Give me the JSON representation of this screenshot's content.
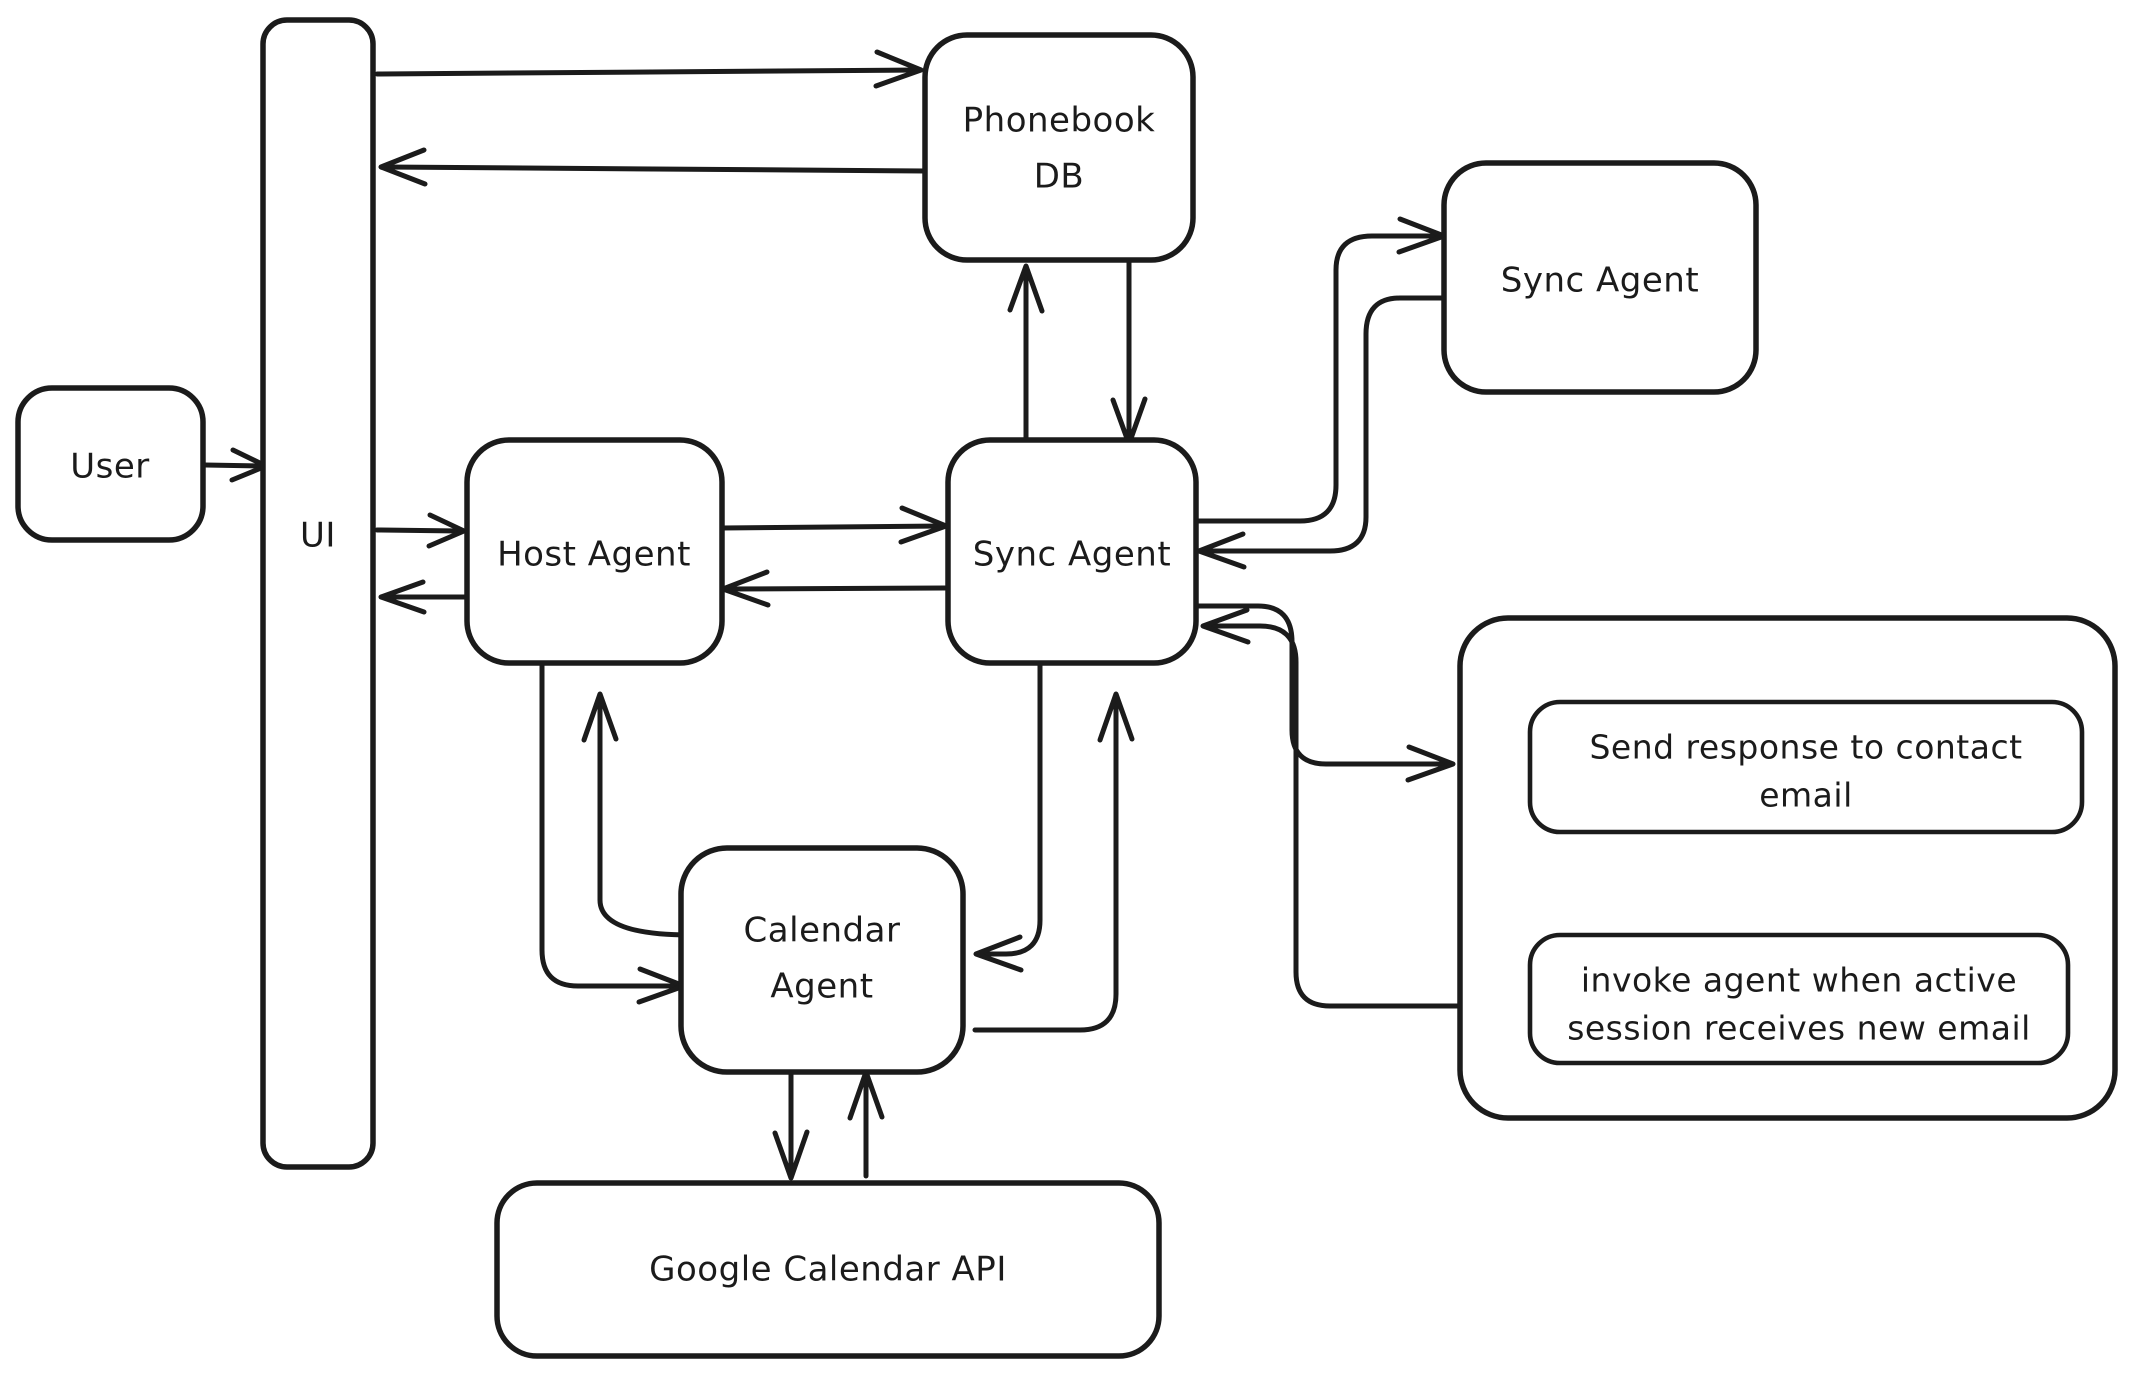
{
  "diagram": {
    "title": "Agent architecture flow diagram",
    "style": "hand-drawn whiteboard sketch",
    "background_color": "#ffffff",
    "stroke_color": "#1b1b1b",
    "nodes": [
      {
        "id": "user",
        "label": "User",
        "label_lines": [
          "User"
        ]
      },
      {
        "id": "ui",
        "label": "UI",
        "label_lines": [
          "UI"
        ]
      },
      {
        "id": "phonebook_db",
        "label": "Phonebook DB",
        "label_lines": [
          "Phonebook",
          "DB"
        ]
      },
      {
        "id": "host_agent",
        "label": "Host Agent",
        "label_lines": [
          "Host Agent"
        ]
      },
      {
        "id": "sync_agent",
        "label": "Sync Agent",
        "label_lines": [
          "Sync Agent"
        ]
      },
      {
        "id": "sync_agent_2",
        "label": "Sync Agent",
        "label_lines": [
          "Sync Agent"
        ]
      },
      {
        "id": "calendar_agent",
        "label": "Calendar Agent",
        "label_lines": [
          "Calendar",
          "Agent"
        ]
      },
      {
        "id": "google_calendar_api",
        "label": "Google Calendar API",
        "label_lines": [
          "Google Calendar API"
        ]
      },
      {
        "id": "tools_group",
        "label": "",
        "label_lines": []
      },
      {
        "id": "send_response",
        "label": "Send response to contact email",
        "label_lines": [
          "Send response to contact",
          "email"
        ]
      },
      {
        "id": "invoke_agent",
        "label": "invoke agent when active session receives new email",
        "label_lines": [
          "invoke agent when active",
          "session receives new email"
        ]
      }
    ],
    "edges": [
      {
        "from": "user",
        "to": "ui",
        "direction": "one-way"
      },
      {
        "from": "ui",
        "to": "phonebook_db",
        "direction": "one-way"
      },
      {
        "from": "phonebook_db",
        "to": "ui",
        "direction": "one-way"
      },
      {
        "from": "ui",
        "to": "host_agent",
        "direction": "one-way"
      },
      {
        "from": "host_agent",
        "to": "ui",
        "direction": "one-way"
      },
      {
        "from": "host_agent",
        "to": "sync_agent",
        "direction": "one-way"
      },
      {
        "from": "sync_agent",
        "to": "host_agent",
        "direction": "one-way"
      },
      {
        "from": "sync_agent",
        "to": "phonebook_db",
        "direction": "one-way"
      },
      {
        "from": "phonebook_db",
        "to": "sync_agent",
        "direction": "one-way"
      },
      {
        "from": "sync_agent",
        "to": "sync_agent_2",
        "direction": "one-way"
      },
      {
        "from": "sync_agent_2",
        "to": "sync_agent",
        "direction": "one-way"
      },
      {
        "from": "sync_agent",
        "to": "send_response",
        "direction": "one-way"
      },
      {
        "from": "invoke_agent",
        "to": "sync_agent",
        "direction": "one-way"
      },
      {
        "from": "calendar_agent",
        "to": "host_agent",
        "direction": "one-way"
      },
      {
        "from": "host_agent",
        "to": "calendar_agent",
        "direction": "one-way"
      },
      {
        "from": "calendar_agent",
        "to": "sync_agent",
        "direction": "one-way"
      },
      {
        "from": "sync_agent",
        "to": "calendar_agent",
        "direction": "one-way"
      },
      {
        "from": "calendar_agent",
        "to": "google_calendar_api",
        "direction": "one-way"
      },
      {
        "from": "google_calendar_api",
        "to": "calendar_agent",
        "direction": "one-way"
      }
    ]
  }
}
